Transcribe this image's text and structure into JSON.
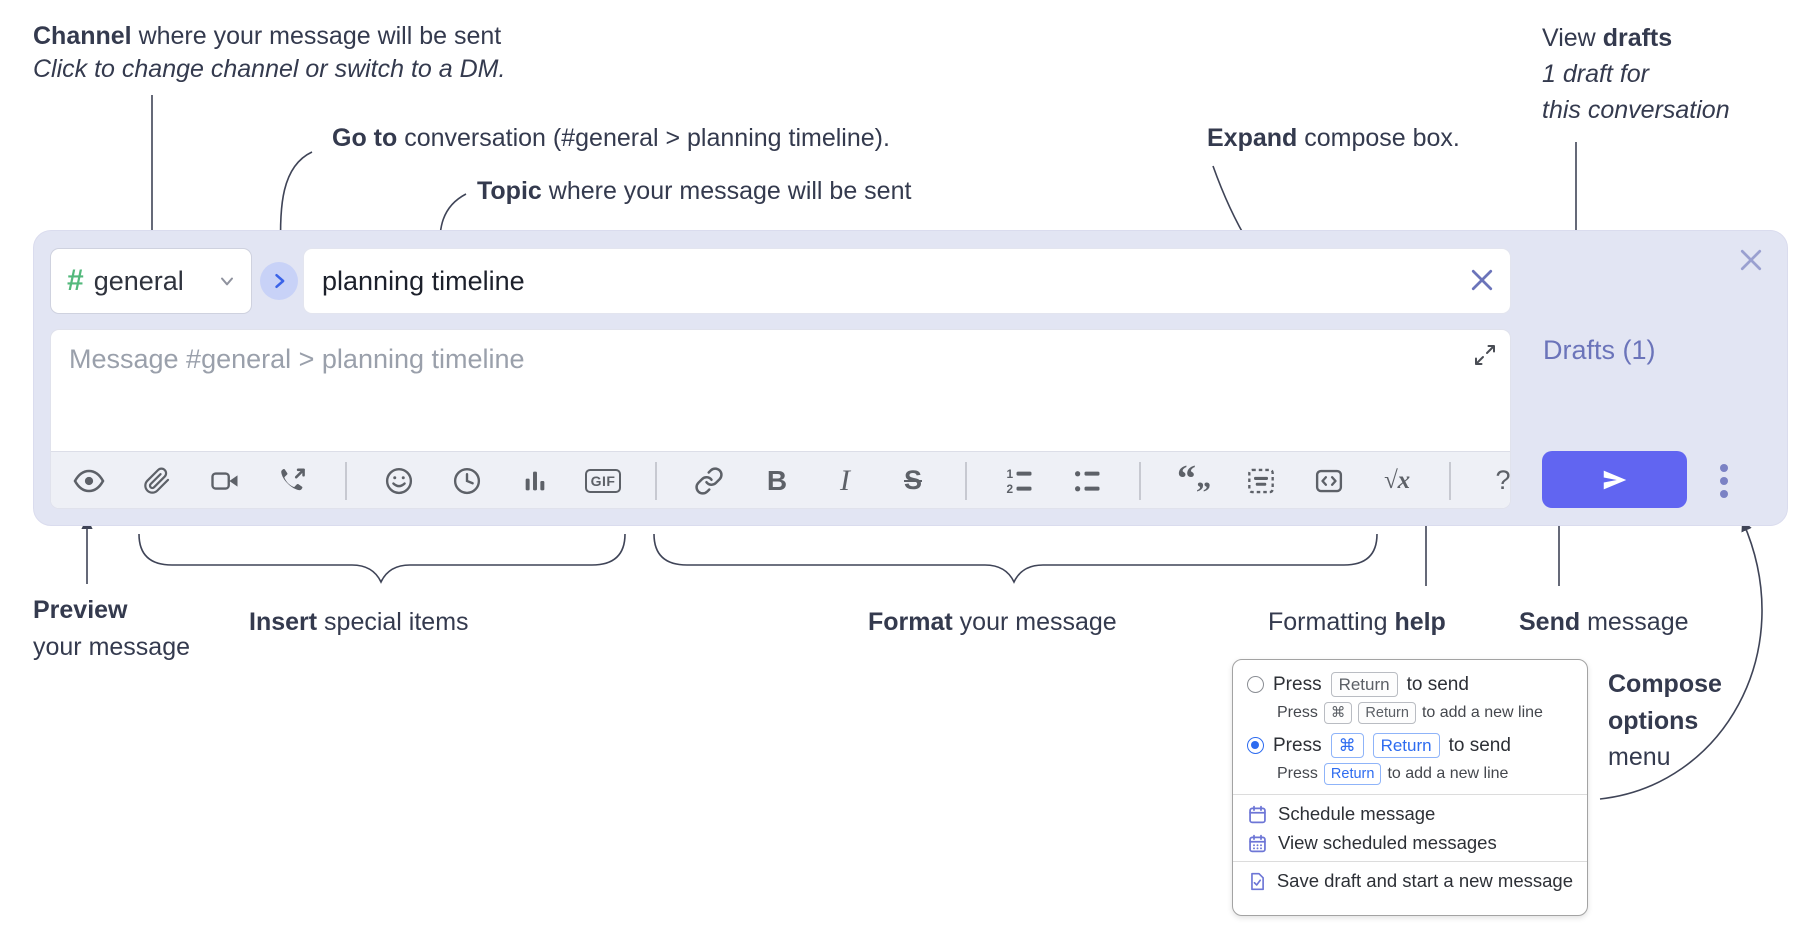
{
  "annotations": {
    "channel": {
      "lead": "Channel",
      "rest": " where your message will be sent",
      "sub": "Click to change channel or switch to a DM."
    },
    "go_to": {
      "lead": "Go to",
      "rest": " conversation (#general > planning timeline)."
    },
    "topic": {
      "lead": "Topic",
      "rest": " where your message will be sent"
    },
    "expand": {
      "lead": "Expand",
      "rest": " compose box."
    },
    "view_drafts": {
      "pre": "View ",
      "lead": "drafts",
      "sub1": "1 draft for",
      "sub2": "this conversation"
    },
    "preview": {
      "lead": "Preview",
      "sub": "your message"
    },
    "insert": {
      "lead": "Insert",
      "rest": " special items"
    },
    "format": {
      "lead": "Format",
      "rest": " your message"
    },
    "formatting_help": {
      "pre": "Formatting ",
      "lead": "help"
    },
    "send": {
      "lead": "Send",
      "rest": " message"
    },
    "compose_options": {
      "line1": "Compose",
      "line2": "options",
      "line3": "menu"
    }
  },
  "compose": {
    "channel": {
      "hash": "#",
      "name": "general"
    },
    "topic_value": "planning timeline",
    "message_placeholder": "Message #general > planning timeline",
    "drafts_link": "Drafts (1)"
  },
  "toolbar": {
    "gif": "GIF",
    "bold": "B",
    "italic": "I",
    "strike": "S",
    "quote_open": "“",
    "quote_close": "”",
    "math": "√x",
    "help": "?"
  },
  "popup": {
    "opt_return": {
      "press": "Press",
      "key": "Return",
      "after": "to send",
      "sub_press": "Press",
      "sub_key1": "⌘",
      "sub_key2": "Return",
      "sub_after": "to add a new line"
    },
    "opt_cmd_return": {
      "press": "Press",
      "key1": "⌘",
      "key2": "Return",
      "after": "to send",
      "sub_press": "Press",
      "sub_key": "Return",
      "sub_after": "to add a new line"
    },
    "schedule": "Schedule message",
    "view_scheduled": "View scheduled messages",
    "save_draft": "Save draft and start a new message"
  },
  "colors": {
    "accent": "#6165f1",
    "compose_bg": "#e2e5f3",
    "link": "#6b74ba",
    "channel_green": "#53b97c",
    "key_blue": "#2e6cf0",
    "menu_icon_purple": "#6d76d6",
    "annotation": "#343a4e",
    "toolbar_icon": "#5d6168"
  }
}
